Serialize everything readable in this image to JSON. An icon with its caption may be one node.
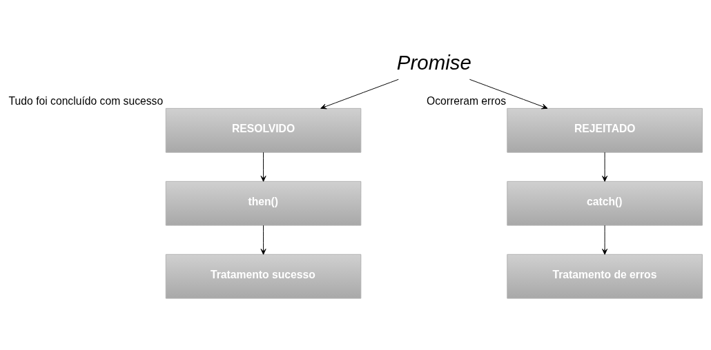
{
  "diagram": {
    "nodes": [
      {
        "text": [
          "Promise"
        ]
      },
      {
        "text": [
          "RESOLVIDO"
        ],
        "beside": [
          "Tudo foi concluído com sucesso"
        ]
      },
      {
        "text": [
          "then()"
        ]
      },
      {
        "text": [
          "Tratamento sucesso"
        ]
      },
      {
        "text": [
          "REJEITADO"
        ],
        "beside": [
          "Ocorreram erros"
        ]
      },
      {
        "text": [
          "catch()"
        ]
      },
      {
        "text": [
          "Tratamento de erros"
        ]
      }
    ],
    "edges": [
      {
        "from": 0,
        "to": 1,
        "arrow": "to"
      },
      {
        "from": 0,
        "to": 4,
        "arrow": "to"
      },
      {
        "from": 1,
        "to": 2,
        "arrow": "to"
      },
      {
        "from": 2,
        "to": 3,
        "arrow": "to"
      },
      {
        "from": 4,
        "to": 5,
        "arrow": "to"
      },
      {
        "from": 5,
        "to": 6,
        "arrow": "to"
      }
    ]
  }
}
